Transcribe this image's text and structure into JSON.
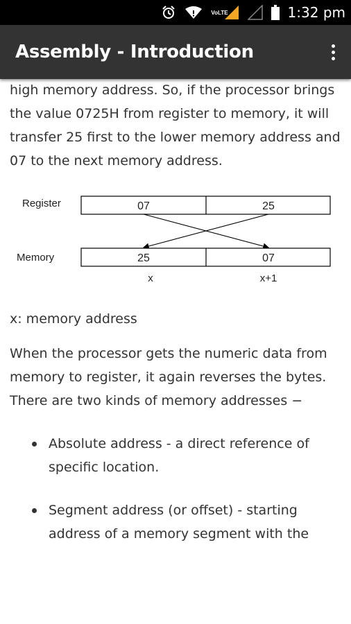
{
  "status_bar": {
    "time": "1:32 pm",
    "network_label": "VoLTE",
    "icons": [
      "alarm-icon",
      "wifi-icon",
      "signal-icon",
      "signal-empty-icon",
      "battery-icon"
    ]
  },
  "app_bar": {
    "title": "Assembly - Introduction",
    "menu_icon": "overflow-menu-icon"
  },
  "content": {
    "paragraph1": "high memory address. So, if the processor brings the value 0725H from register to memory, it will transfer 25 first to the lower memory address and 07 to the next memory address.",
    "diagram": {
      "register_label": "Register",
      "memory_label": "Memory",
      "register_cells": [
        "07",
        "25"
      ],
      "memory_cells": [
        "25",
        "07"
      ],
      "address_labels": [
        "x",
        "x+1"
      ]
    },
    "caption": "x: memory address",
    "paragraph2": "When the processor gets the numeric data from memory to register, it again reverses the bytes. There are two kinds of memory addresses −",
    "bullets": [
      "Absolute address - a direct reference of specific location.",
      "Segment address (or offset) - starting address of a memory segment with the"
    ]
  },
  "colors": {
    "status_bar_bg": "#000000",
    "app_bar_bg": "#333333",
    "text": "#333333",
    "signal_accent": "#f5a623"
  }
}
